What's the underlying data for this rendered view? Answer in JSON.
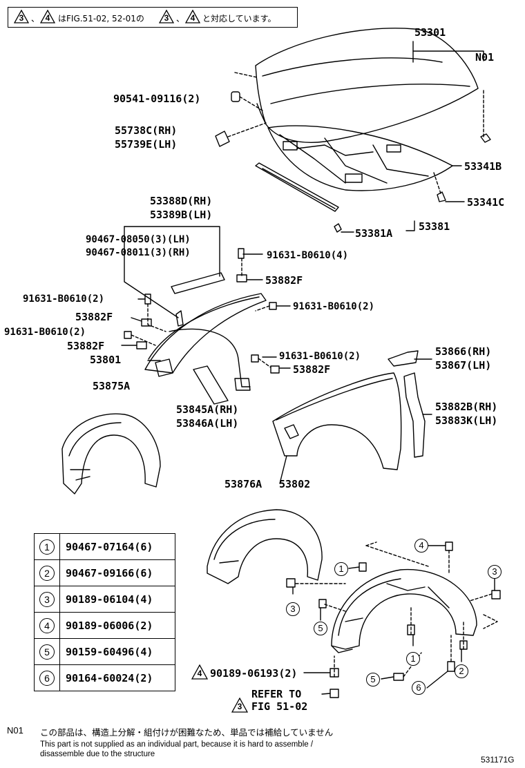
{
  "header": {
    "tri_a": "3",
    "tri_b": "4",
    "text_1": "、",
    "text_2": "はFIG.51-02, 52-01の",
    "text_3": "、",
    "text_4": "と対応しています。"
  },
  "labels": {
    "hood": "53301",
    "n01": "N01",
    "clip_90541": "90541-09116(2)",
    "cushion_rh": "55738C(RH)",
    "cushion_lh": "55739E(LH)",
    "insulator": "53341B",
    "clip_53341c": "53341C",
    "seal_53381a": "53381A",
    "seal_53381": "53381",
    "bracket_rh": "53388D(RH)",
    "bracket_lh": "53389B(LH)",
    "nut_08050": "90467-08050(3)(LH)",
    "nut_08011": "90467-08011(3)(RH)",
    "bolt_top": "91631-B0610(4)",
    "nut_53882f_1": "53882F",
    "bolt_left_1": "91631-B0610(2)",
    "nut_53882f_2": "53882F",
    "bolt_right_1": "91631-B0610(2)",
    "bolt_left_2": "91631-B0610(2)",
    "nut_53882f_3": "53882F",
    "apron": "53801",
    "bolt_mid": "91631-B0610(2)",
    "nut_53882f_4": "53882F",
    "brace_rh": "53866(RH)",
    "brace_lh": "53867(LH)",
    "liner_53875a": "53875A",
    "support_rh": "53845A(RH)",
    "support_lh": "53846A(LH)",
    "seal_rh": "53882B(RH)",
    "seal_lh": "53883K(LH)",
    "liner_53876a": "53876A",
    "fender": "53802",
    "clip_bottom": "90189-06193(2)",
    "refer_line1": "REFER TO",
    "refer_line2": "FIG 51-02",
    "tri_bottom_4": "4",
    "tri_bottom_3": "3"
  },
  "callouts": {
    "c1a": "1",
    "c1b": "1",
    "c2": "2",
    "c3a": "3",
    "c3b": "3",
    "c4": "4",
    "c5a": "5",
    "c5b": "5",
    "c6": "6"
  },
  "parts_table": [
    {
      "no": "1",
      "part": "90467-07164(6)"
    },
    {
      "no": "2",
      "part": "90467-09166(6)"
    },
    {
      "no": "3",
      "part": "90189-06104(4)"
    },
    {
      "no": "4",
      "part": "90189-06006(2)"
    },
    {
      "no": "5",
      "part": "90159-60496(4)"
    },
    {
      "no": "6",
      "part": "90164-60024(2)"
    }
  ],
  "notes": {
    "n01_code": "N01",
    "n01_jp": "この部品は、構造上分解・組付けが困難なため、単品では補給していません",
    "n01_en1": "This part is not supplied as an individual part, because it is hard to assemble /",
    "n01_en2": "disassemble due to the structure"
  },
  "figure_id": "531171G"
}
